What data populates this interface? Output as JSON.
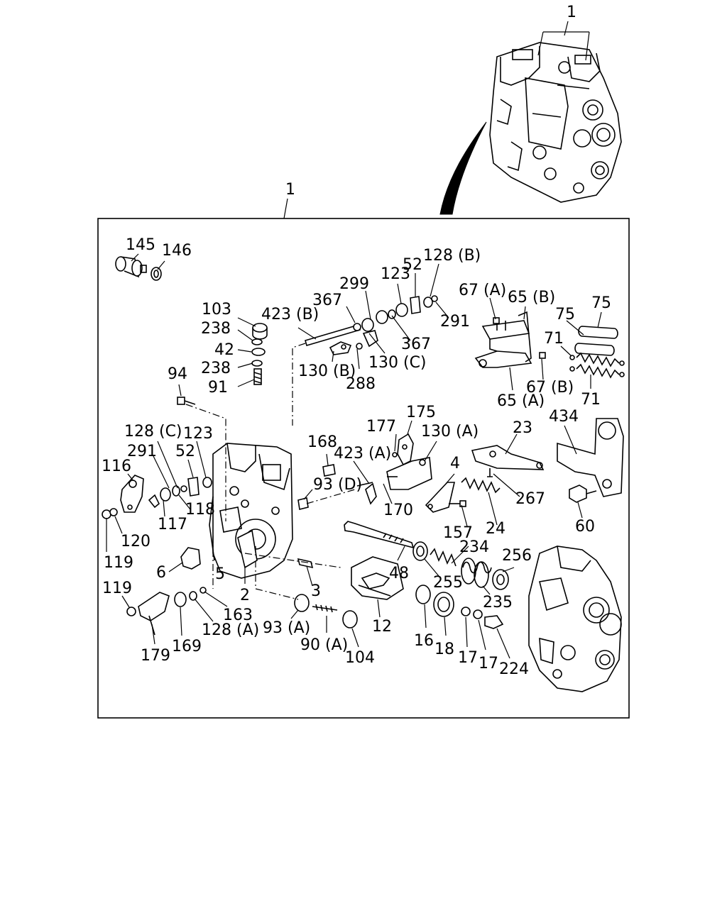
{
  "callouts": {
    "assembly_top": "1",
    "assembly_frame": "1",
    "p145": "145",
    "p146": "146",
    "p103": "103",
    "p238a": "238",
    "p42": "42",
    "p238b": "238",
    "p91": "91",
    "p94": "94",
    "p423b": "423 (B)",
    "p367a": "367",
    "p299": "299",
    "p123a": "123",
    "p52a": "52",
    "p128b": "128 (B)",
    "p291a": "291",
    "p367b": "367",
    "p130c": "130 (C)",
    "p288": "288",
    "p130b": "130 (B)",
    "p67a": "67 (A)",
    "p65b": "65 (B)",
    "p75a": "75",
    "p75b": "75",
    "p71a": "71",
    "p71b": "71",
    "p67b": "67 (B)",
    "p65a": "65 (A)",
    "p128c": "128 (C)",
    "p123b": "123",
    "p291b": "291",
    "p52b": "52",
    "p116": "116",
    "p118": "118",
    "p117": "117",
    "p120": "120",
    "p119a": "119",
    "p6": "6",
    "p5": "5",
    "p168": "168",
    "p423a": "423 (A)",
    "p93d": "93 (D)",
    "p177": "177",
    "p175": "175",
    "p130a": "130 (A)",
    "p170": "170",
    "p4": "4",
    "p157": "157",
    "p23": "23",
    "p434": "434",
    "p267": "267",
    "p24": "24",
    "p60": "60",
    "p234": "234",
    "p256": "256",
    "p48": "48",
    "p255": "255",
    "p235": "235",
    "p2": "2",
    "p3": "3",
    "p119b": "119",
    "p163": "163",
    "p128a": "128 (A)",
    "p179": "179",
    "p169": "169",
    "p93a": "93 (A)",
    "p90a": "90 (A)",
    "p104": "104",
    "p12": "12",
    "p16": "16",
    "p18": "18",
    "p17a": "17",
    "p17b": "17",
    "p224": "224"
  }
}
